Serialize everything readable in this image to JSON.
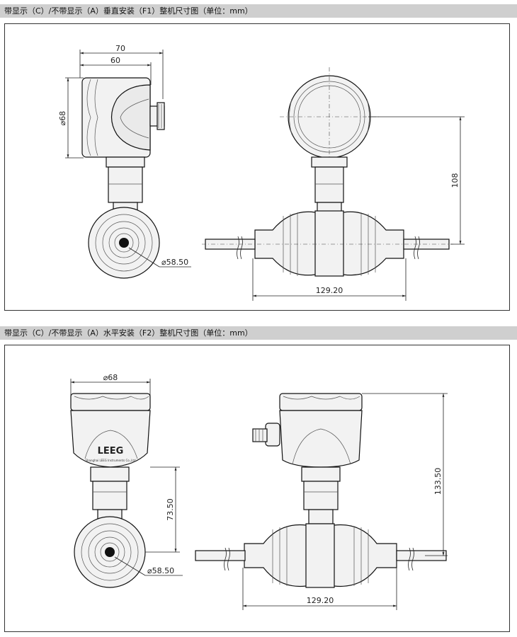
{
  "section1": {
    "title": "带显示（C）/不带显示（A）垂直安装（F1）整机尺寸图（单位：mm）",
    "dims": {
      "width_70": "70",
      "width_60": "60",
      "dia_68": "⌀68",
      "dia_5850": "⌀58.50",
      "height_108": "108",
      "length_12920": "129.20"
    }
  },
  "section2": {
    "title": "带显示（C）/不带显示（A）水平安装（F2）整机尺寸图（单位：mm）",
    "dims": {
      "dia_68": "⌀68",
      "height_7350": "73.50",
      "dia_5850": "⌀58.50",
      "height_13350": "133.50",
      "length_12920": "129.20"
    },
    "logo_text": "LEEG",
    "logo_subtext": "Shanghai LEEG Instruments Co.,Ltd"
  }
}
